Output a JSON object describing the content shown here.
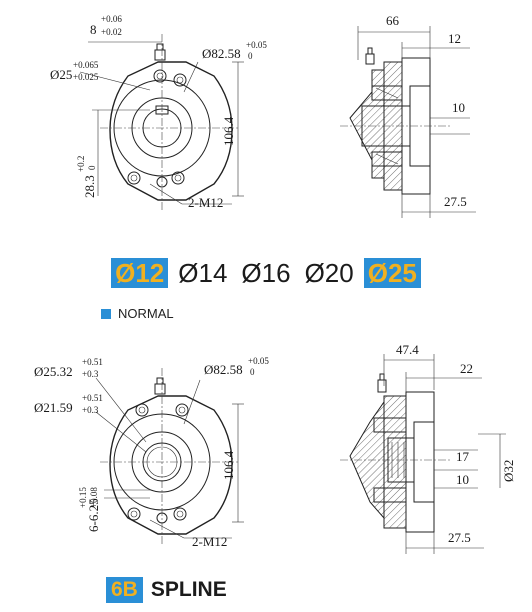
{
  "top": {
    "key_width": "8",
    "key_width_tol_upper": "+0.06",
    "key_width_tol_lower": "+0.02",
    "bore_dia": "Ø25",
    "bore_dia_tol_upper": "+0.065",
    "bore_dia_tol_lower": "+0.025",
    "pilot_dia": "Ø82.58",
    "pilot_tol_upper": "+0.05",
    "pilot_tol_lower": "0",
    "height": "106.4",
    "keyway_depth": "28.3",
    "keyway_tol_upper": "+0.2",
    "keyway_tol_lower": "0",
    "bolts": "2-M12",
    "side_length": "66",
    "side_flange": "12",
    "side_shaft": "10",
    "side_pilot": "27.5"
  },
  "bores": {
    "items": [
      {
        "label": "Ø12",
        "highlight": true
      },
      {
        "label": "Ø14",
        "highlight": false
      },
      {
        "label": "Ø16",
        "highlight": false
      },
      {
        "label": "Ø20",
        "highlight": false
      },
      {
        "label": "Ø25",
        "highlight": true
      }
    ]
  },
  "legend": {
    "label": "NORMAL",
    "color": "#2a8fd6"
  },
  "bottom": {
    "major_dia": "Ø25.32",
    "major_tol_upper": "+0.51",
    "major_tol_lower": "+0.3",
    "minor_dia": "Ø21.59",
    "minor_tol_upper": "+0.51",
    "minor_tol_lower": "+0.3",
    "pilot_dia": "Ø82.58",
    "pilot_tol_upper": "+0.05",
    "pilot_tol_lower": "0",
    "height": "106.4",
    "spline_width": "6-6.25",
    "spline_tol_upper": "+0.15",
    "spline_tol_lower": "+0.08",
    "bolts": "2-M12",
    "side_length": "47.4",
    "side_flange": "22",
    "side_a": "17",
    "side_b": "10",
    "side_pilot": "27.5",
    "side_dia": "Ø32"
  },
  "footer": {
    "code": "6B",
    "label": "SPLINE"
  },
  "colors": {
    "accent_blue": "#2a8fd6",
    "accent_orange": "#f0b020"
  }
}
